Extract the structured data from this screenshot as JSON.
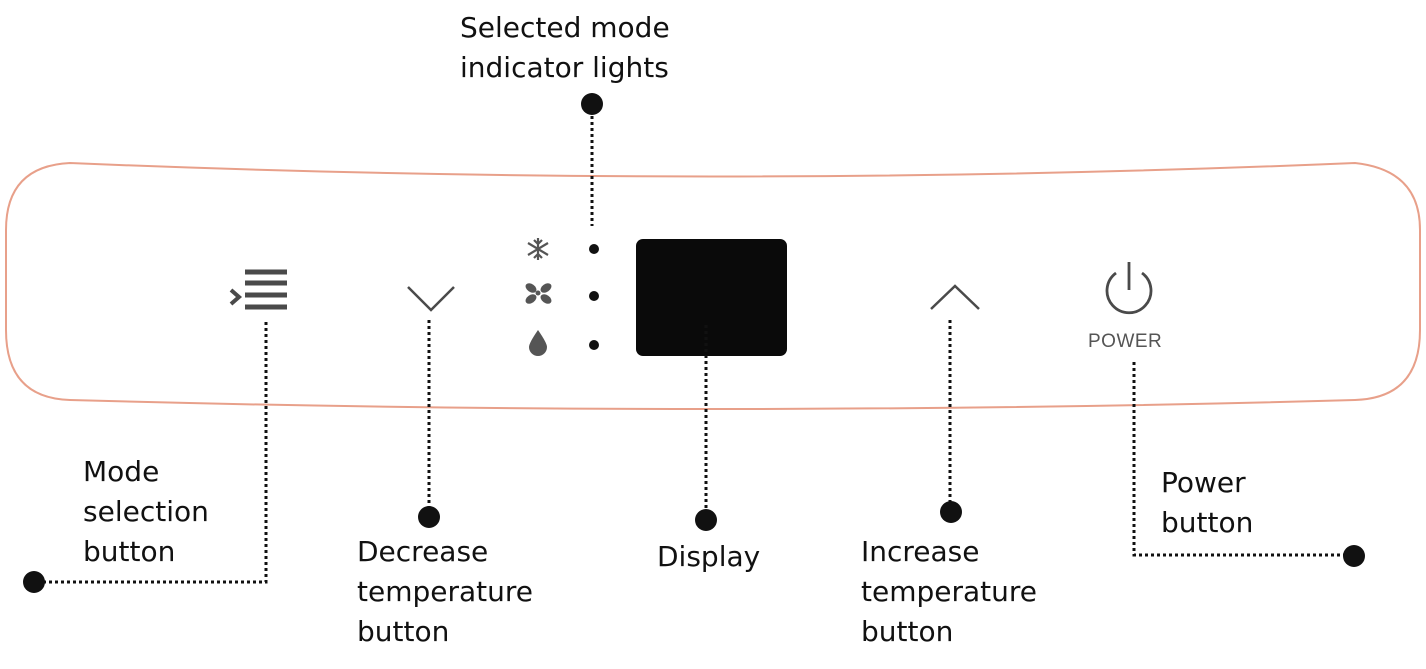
{
  "labels": {
    "indicator": [
      "Selected mode",
      "indicator lights"
    ],
    "mode": [
      "Mode",
      "selection",
      "button"
    ],
    "decrease": [
      "Decrease",
      "temperature",
      "button"
    ],
    "display": [
      "Display"
    ],
    "increase": [
      "Increase",
      "temperature",
      "button"
    ],
    "power": [
      "Power",
      "button"
    ]
  },
  "panel": {
    "power_text": "POWER",
    "mode_icons": [
      "snowflake-icon",
      "fan-icon",
      "drop-icon"
    ]
  },
  "colors": {
    "panel_outline": "#e8a08a",
    "icon": "#4a4a4a",
    "display": "#0a0a0a",
    "leader": "#111111"
  }
}
